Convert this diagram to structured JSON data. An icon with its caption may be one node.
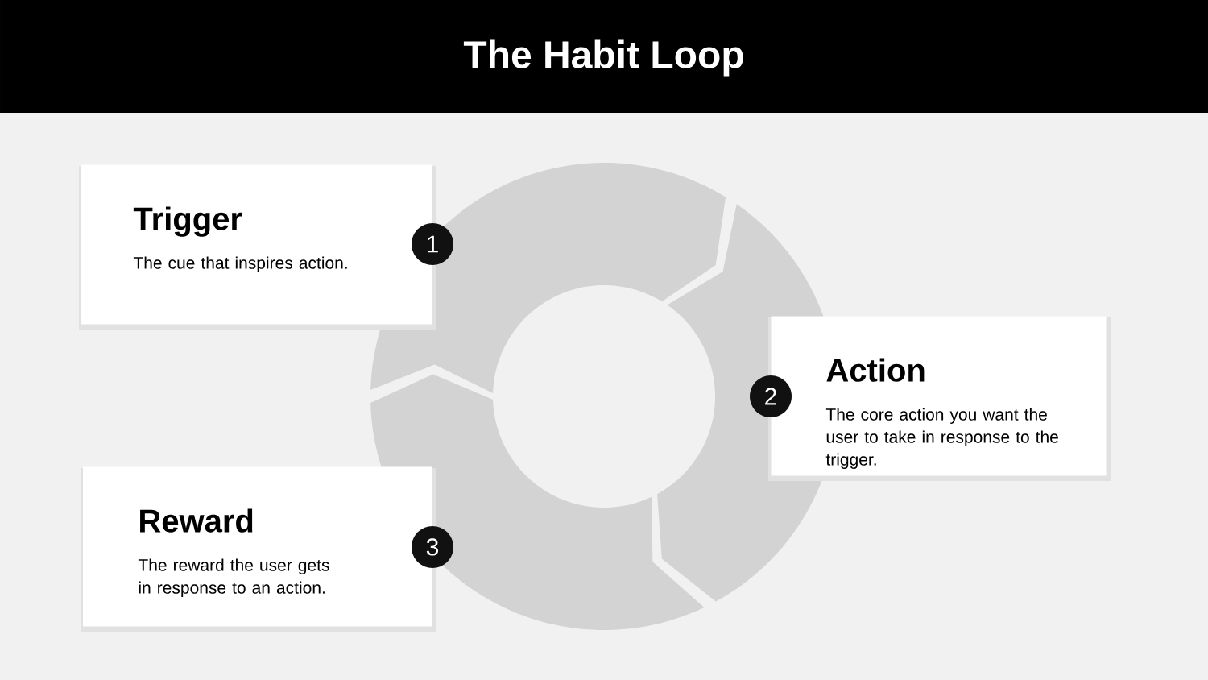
{
  "diagram": {
    "title": "The Habit Loop",
    "nodes": [
      {
        "text": [
          "Trigger",
          "The cue that inspires action."
        ]
      },
      {
        "text": [
          "1"
        ]
      },
      {
        "text": [
          "Action",
          "The core action you want the user to take in response to the trigger."
        ]
      },
      {
        "text": [
          "2"
        ]
      },
      {
        "text": [
          "Reward",
          "The reward the user gets in response to an action."
        ]
      },
      {
        "text": [
          "3"
        ]
      }
    ]
  }
}
